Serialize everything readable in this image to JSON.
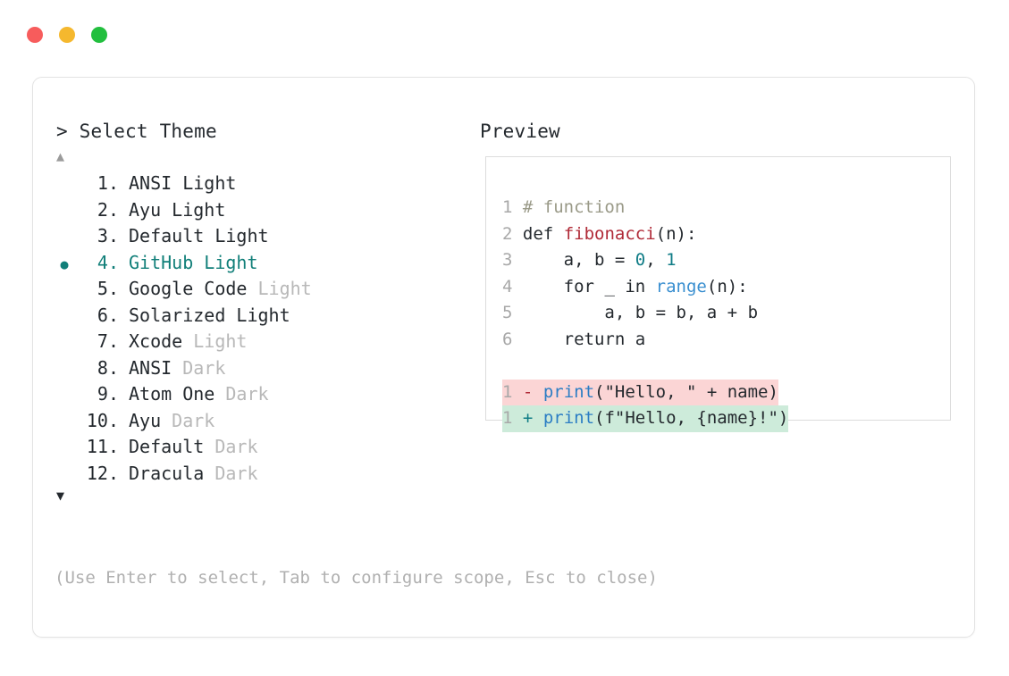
{
  "window": {
    "traffic_lights": [
      {
        "name": "close",
        "color": "#f75c5c"
      },
      {
        "name": "minimize",
        "color": "#f5b82e"
      },
      {
        "name": "maximize",
        "color": "#22bf3e"
      }
    ]
  },
  "prompt": {
    "marker": ">",
    "title": "Select Theme",
    "header_text": "> Select Theme"
  },
  "preview": {
    "header": "Preview"
  },
  "scroll": {
    "up_arrow": "▲",
    "down_arrow": "▼"
  },
  "selection": {
    "bullet": "●",
    "selected_index": 4,
    "accent_color": "#117f79"
  },
  "themes": [
    {
      "index": "1.",
      "name": "ANSI",
      "variant": "Light",
      "variant_inline": true,
      "selected": false
    },
    {
      "index": "2.",
      "name": "Ayu",
      "variant": "Light",
      "variant_inline": true,
      "selected": false
    },
    {
      "index": "3.",
      "name": "Default",
      "variant": "Light",
      "variant_inline": true,
      "selected": false
    },
    {
      "index": "4.",
      "name": "GitHub",
      "variant": "Light",
      "variant_inline": true,
      "selected": true
    },
    {
      "index": "5.",
      "name": "Google Code",
      "variant": "Light",
      "variant_inline": false,
      "selected": false
    },
    {
      "index": "6.",
      "name": "Solarized",
      "variant": "Light",
      "variant_inline": true,
      "selected": false
    },
    {
      "index": "7.",
      "name": "Xcode",
      "variant": "Light",
      "variant_inline": false,
      "selected": false
    },
    {
      "index": "8.",
      "name": "ANSI",
      "variant": "Dark",
      "variant_inline": false,
      "selected": false
    },
    {
      "index": "9.",
      "name": "Atom One",
      "variant": "Dark",
      "variant_inline": false,
      "selected": false
    },
    {
      "index": "10.",
      "name": "Ayu",
      "variant": "Dark",
      "variant_inline": false,
      "selected": false
    },
    {
      "index": "11.",
      "name": "Default",
      "variant": "Dark",
      "variant_inline": false,
      "selected": false
    },
    {
      "index": "12.",
      "name": "Dracula",
      "variant": "Dark",
      "variant_inline": false,
      "selected": false
    }
  ],
  "code": {
    "lines": [
      {
        "num": "1",
        "text": "# function"
      },
      {
        "num": "2",
        "text": "def fibonacci(n):"
      },
      {
        "num": "3",
        "text": "    a, b = 0, 1"
      },
      {
        "num": "4",
        "text": "    for _ in range(n):"
      },
      {
        "num": "5",
        "text": "        a, b = b, a + b"
      },
      {
        "num": "6",
        "text": "    return a"
      }
    ],
    "diff": [
      {
        "num": "1",
        "mark": "-",
        "text": "print(\"Hello, \" + name)",
        "kind": "deletion"
      },
      {
        "num": "1",
        "mark": "+",
        "text": "print(f\"Hello, {name}!\")",
        "kind": "addition"
      }
    ]
  },
  "footer": {
    "hint": "(Use Enter to select, Tab to configure scope, Esc to close)"
  }
}
